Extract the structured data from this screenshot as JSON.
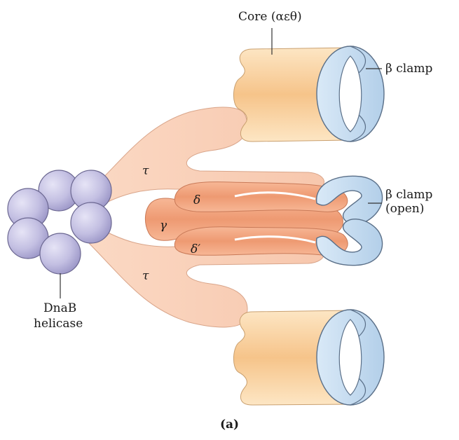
{
  "figure": {
    "labels": {
      "core": "Core (αεθ)",
      "beta_clamp_top": "β clamp",
      "beta_clamp_open_line1": "β clamp",
      "beta_clamp_open_line2": "(open)",
      "dnab_line1": "DnaB",
      "dnab_line2": "helicase",
      "tau_upper": "τ",
      "tau_lower": "τ",
      "gamma": "γ",
      "delta": "δ",
      "delta_prime": "δ′"
    },
    "caption": "(a)",
    "colors": {
      "core": "#f6c98c",
      "core_light": "#fde8c8",
      "clamp": "#c4dcf0",
      "clamp_edge": "#5a6f88",
      "helicase": "#c3bfe0",
      "tau_body": "#f8cdb3",
      "gamma_delta": "#f0a07a",
      "outline": "#5a5a5a"
    }
  }
}
